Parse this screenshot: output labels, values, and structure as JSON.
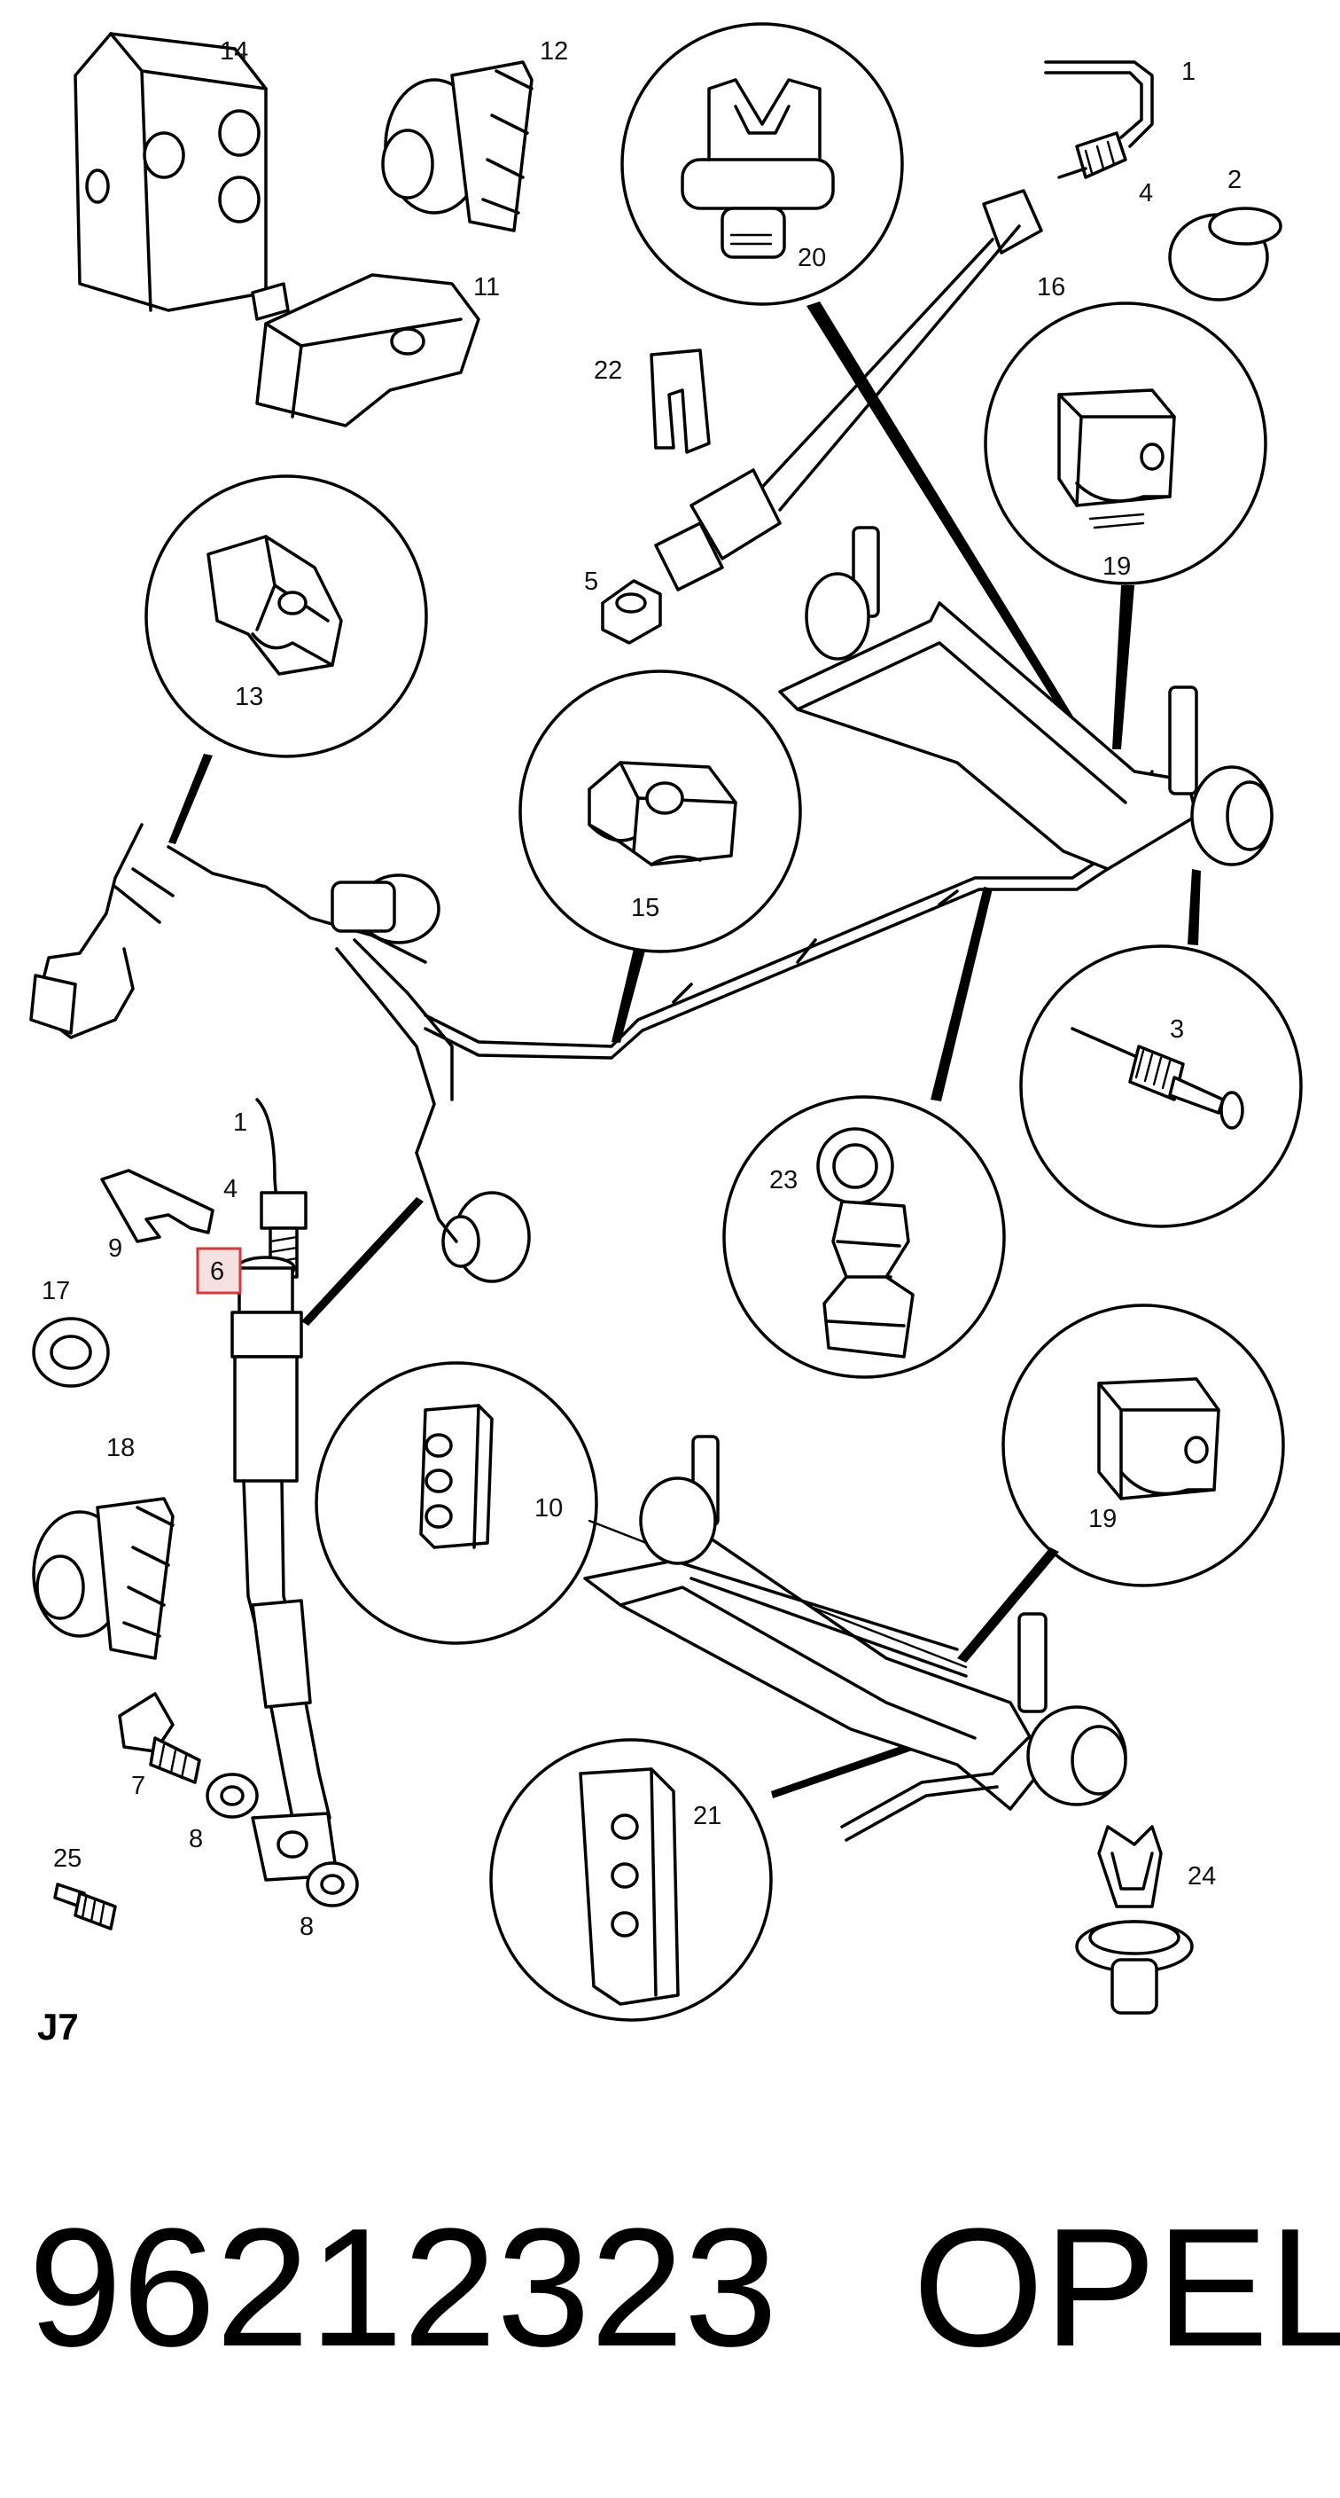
{
  "diagram": {
    "section_code": "J7",
    "part_number": "96212323",
    "brand": "OPEL",
    "highlighted_callout": "6",
    "callouts": [
      {
        "id": "c14",
        "text": "14"
      },
      {
        "id": "c12",
        "text": "12"
      },
      {
        "id": "c1a",
        "text": "1"
      },
      {
        "id": "c4a",
        "text": "4"
      },
      {
        "id": "c2",
        "text": "2"
      },
      {
        "id": "c20",
        "text": "20"
      },
      {
        "id": "c16",
        "text": "16"
      },
      {
        "id": "c11",
        "text": "11"
      },
      {
        "id": "c22",
        "text": "22"
      },
      {
        "id": "c19a",
        "text": "19"
      },
      {
        "id": "c5",
        "text": "5"
      },
      {
        "id": "c13",
        "text": "13"
      },
      {
        "id": "c15",
        "text": "15"
      },
      {
        "id": "c3",
        "text": "3"
      },
      {
        "id": "c1b",
        "text": "1"
      },
      {
        "id": "c4b",
        "text": "4"
      },
      {
        "id": "c9",
        "text": "9"
      },
      {
        "id": "c23",
        "text": "23"
      },
      {
        "id": "c17",
        "text": "17"
      },
      {
        "id": "c18",
        "text": "18"
      },
      {
        "id": "c10",
        "text": "10"
      },
      {
        "id": "c19b",
        "text": "19"
      },
      {
        "id": "c7",
        "text": "7"
      },
      {
        "id": "c8a",
        "text": "8"
      },
      {
        "id": "c8b",
        "text": "8"
      },
      {
        "id": "c21",
        "text": "21"
      },
      {
        "id": "c25",
        "text": "25"
      },
      {
        "id": "c24",
        "text": "24"
      }
    ]
  }
}
